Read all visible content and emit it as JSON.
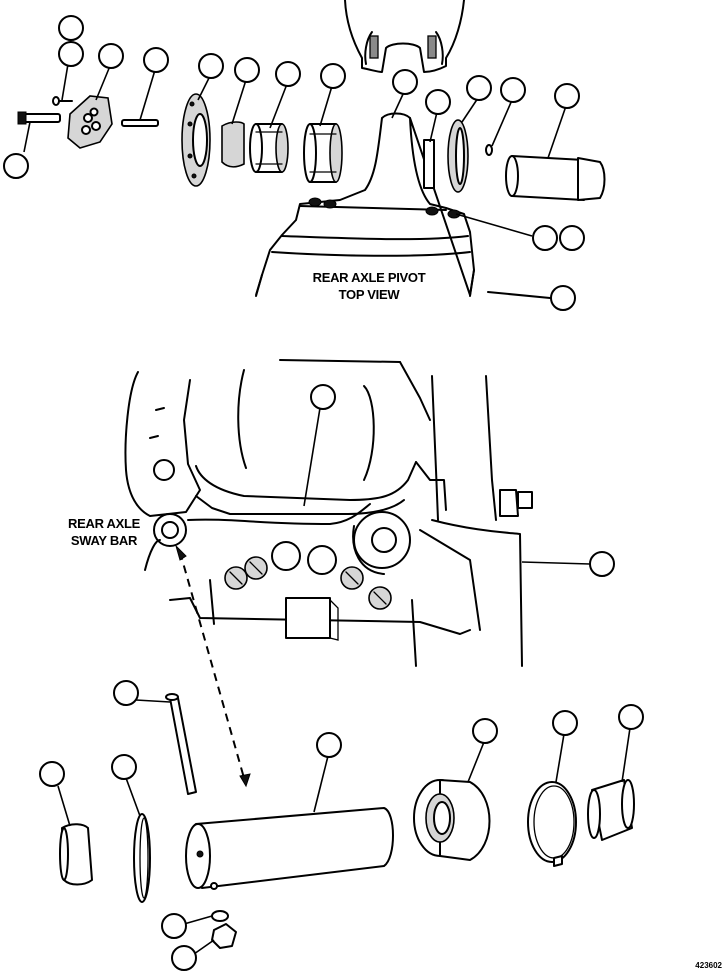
{
  "labels": {
    "pivot_line1": "REAR AXLE PIVOT",
    "pivot_line2": "TOP VIEW",
    "sway_line1": "REAR AXLE",
    "sway_line2": "SWAY BAR"
  },
  "figure_number": "423602",
  "callouts": [
    {
      "id": "c1"
    },
    {
      "id": "c2"
    },
    {
      "id": "c3"
    },
    {
      "id": "c4"
    },
    {
      "id": "c5"
    },
    {
      "id": "c6"
    },
    {
      "id": "c7"
    },
    {
      "id": "c8"
    },
    {
      "id": "c9"
    },
    {
      "id": "c10"
    },
    {
      "id": "c11"
    },
    {
      "id": "c12"
    },
    {
      "id": "c13"
    },
    {
      "id": "c14"
    },
    {
      "id": "c15"
    },
    {
      "id": "c16"
    },
    {
      "id": "c17"
    },
    {
      "id": "c18"
    },
    {
      "id": "c19"
    },
    {
      "id": "c20"
    },
    {
      "id": "c21"
    },
    {
      "id": "c22"
    },
    {
      "id": "c23"
    },
    {
      "id": "c24"
    },
    {
      "id": "c25"
    },
    {
      "id": "c26"
    },
    {
      "id": "c27"
    },
    {
      "id": "c28"
    },
    {
      "id": "c29"
    }
  ]
}
